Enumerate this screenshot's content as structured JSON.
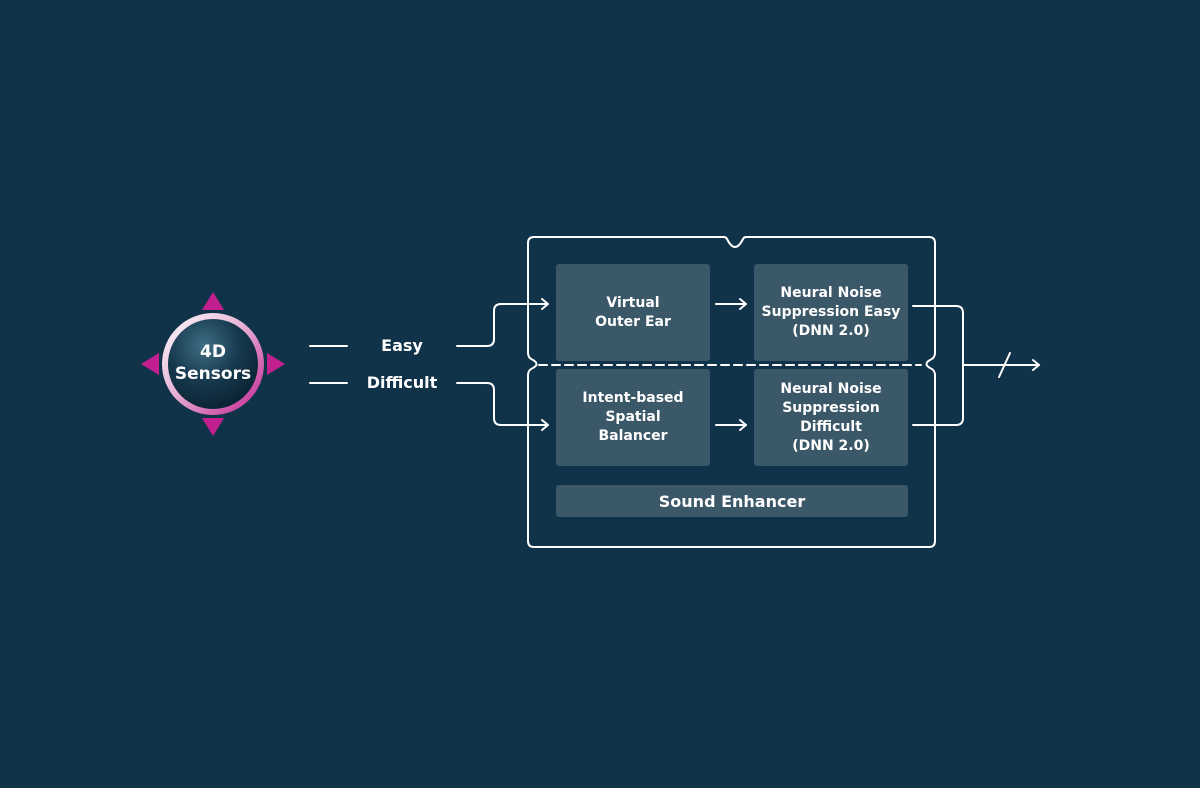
{
  "sensor": {
    "label": "4D\nSensors",
    "accent_color": "#c21f8f"
  },
  "modes": {
    "easy": "Easy",
    "difficult": "Difficult"
  },
  "blocks": {
    "virtual_outer_ear": "Virtual\nOuter Ear",
    "intent_spatial_balancer": "Intent-based\nSpatial\nBalancer",
    "nns_easy": "Neural Noise\nSuppression Easy\n(DNN 2.0)",
    "nns_difficult": "Neural Noise\nSuppression\nDifficult\n(DNN 2.0)",
    "sound_enhancer": "Sound Enhancer"
  },
  "colors": {
    "background": "#10334a",
    "block_fill": "#3b5868",
    "line": "#ffffff",
    "accent": "#c21f8f"
  }
}
